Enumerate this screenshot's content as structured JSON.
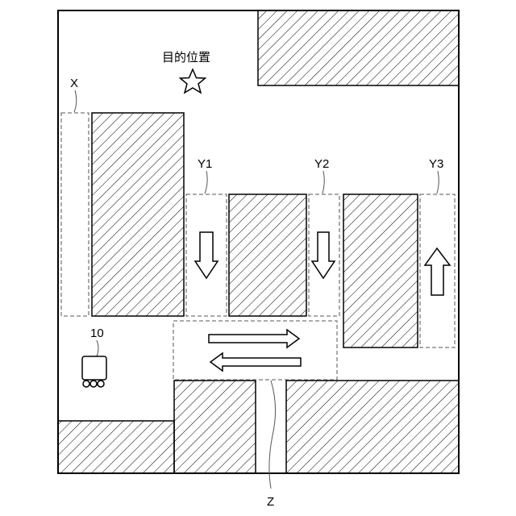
{
  "figure": {
    "target_label": "目的位置",
    "lane_x_label": "X",
    "lane_y1_label": "Y1",
    "lane_y2_label": "Y2",
    "lane_y3_label": "Y3",
    "zone_z_label": "Z",
    "vehicle_label": "10"
  },
  "colors": {
    "line": "#000000",
    "dashed": "#555555",
    "background": "#ffffff"
  },
  "icons": {
    "target": "star-icon",
    "vehicle": "cart-icon",
    "arrows": [
      "arrow-down-icon",
      "arrow-down-icon",
      "arrow-up-icon",
      "arrow-right-icon",
      "arrow-left-icon"
    ]
  }
}
